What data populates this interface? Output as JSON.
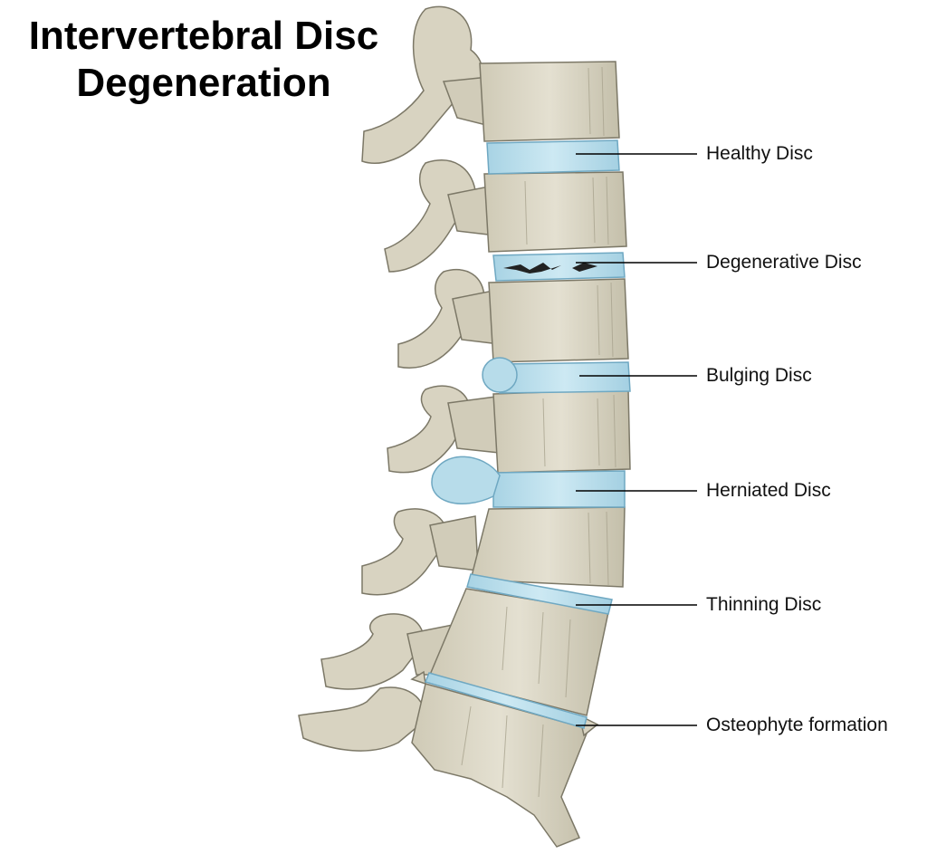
{
  "title": {
    "line1": "Intervertebral Disc",
    "line2": "Degeneration"
  },
  "labels": [
    {
      "id": "healthy",
      "text": "Healthy Disc"
    },
    {
      "id": "degenerative",
      "text": "Degenerative Disc"
    },
    {
      "id": "bulging",
      "text": "Bulging Disc"
    },
    {
      "id": "herniated",
      "text": "Herniated Disc"
    },
    {
      "id": "thinning",
      "text": "Thinning Disc"
    },
    {
      "id": "osteophyte",
      "text": "Osteophyte formation"
    }
  ],
  "colors": {
    "bone": "#ddd9c9",
    "bone_shadow": "#b9b49f",
    "bone_outline": "#7c7867",
    "disc": "#b7dcea",
    "disc_outline": "#6fa8c2",
    "crack": "#222222",
    "leader": "#000000"
  }
}
